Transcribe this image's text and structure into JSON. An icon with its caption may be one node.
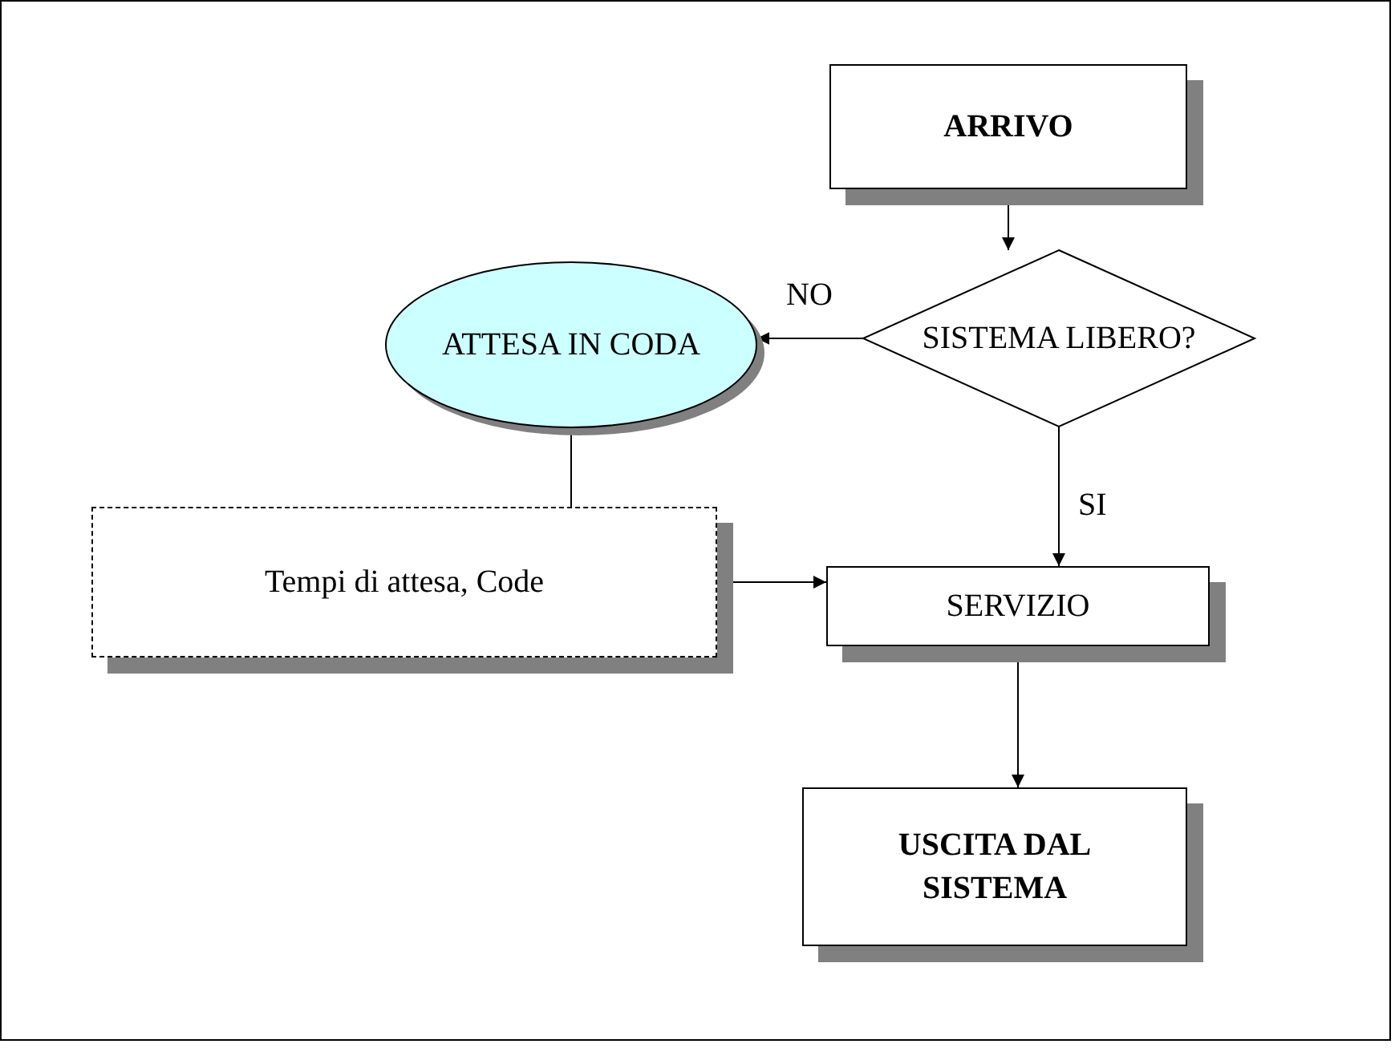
{
  "diagram": {
    "nodes": [
      {
        "text": [
          "ARRIVO"
        ]
      },
      {
        "text": [
          "SISTEMA LIBERO?"
        ]
      },
      {
        "text": [
          "ATTESA IN CODA"
        ]
      },
      {
        "text": [
          "Tempi di attesa, Code"
        ]
      },
      {
        "text": [
          "SERVIZIO"
        ]
      },
      {
        "text": [
          "USCITA DAL SISTEMA"
        ]
      }
    ],
    "edges": [
      {
        "from": 0,
        "to": 1,
        "arrow": "to"
      },
      {
        "from": 1,
        "to": 2,
        "arrow": "to",
        "label": "NO"
      },
      {
        "from": 1,
        "to": 4,
        "arrow": "to",
        "label": "SI"
      },
      {
        "from": 2,
        "to": 3,
        "arrow": "none"
      },
      {
        "from": 3,
        "to": 4,
        "arrow": "to"
      },
      {
        "from": 4,
        "to": 5,
        "arrow": "to"
      }
    ]
  }
}
